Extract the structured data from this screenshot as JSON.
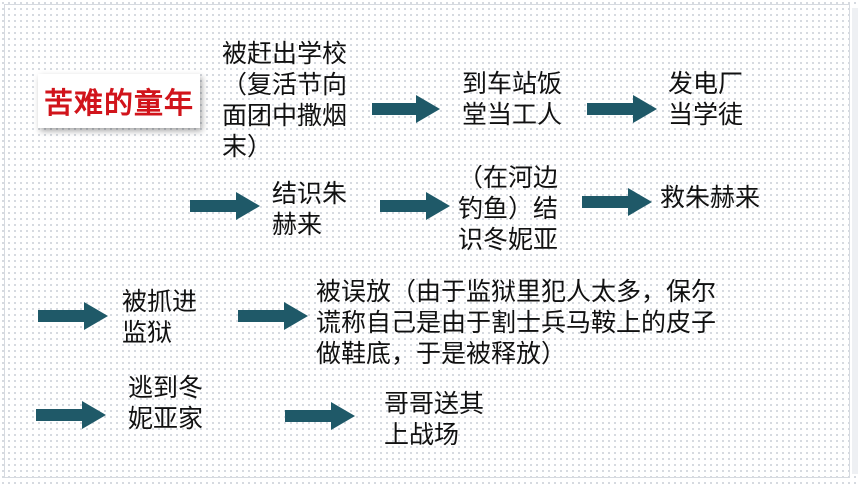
{
  "title": "苦难的童年",
  "nodes": {
    "n1": "被赶出学校\n（复活节向\n面团中撒烟\n末）",
    "n2": "到车站饭\n堂当工人",
    "n3": "发电厂\n当学徒",
    "n4": "结识朱\n赫来",
    "n5": "（在河边\n钓鱼）结\n识冬妮亚",
    "n6": "救朱赫来",
    "n7": "被抓进\n监狱",
    "n8": "被误放（由于监狱里犯人太多，保尔\n谎称自己是由于割士兵马鞍上的皮子\n做鞋底，于是被释放）",
    "n9": "逃到冬\n妮亚家",
    "n10": "哥哥送其\n上战场"
  },
  "colors": {
    "arrow": "#1f5968",
    "title_text": "#d1141b"
  }
}
